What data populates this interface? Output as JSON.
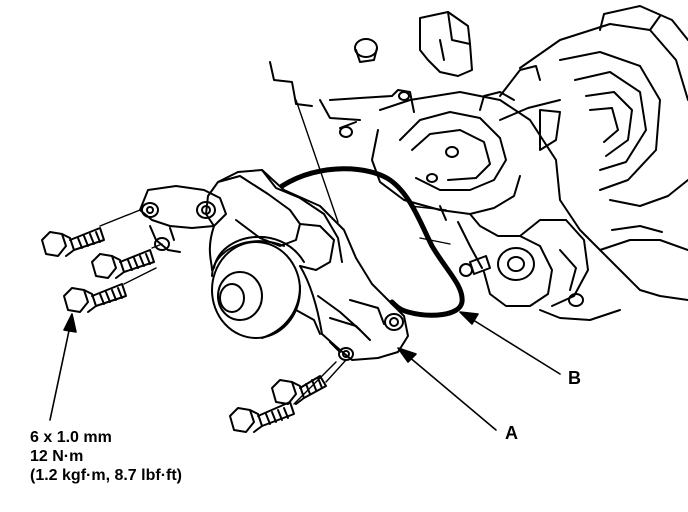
{
  "callouts": {
    "a": "A",
    "b": "B"
  },
  "bolt_spec": {
    "size": "6 x 1.0 mm",
    "torque_nm": "12 N·m",
    "torque_alt": "(1.2 kgf·m, 8.7 lbf·ft)"
  },
  "parts": [
    "water-pump",
    "o-ring",
    "bolt",
    "dowel-pin",
    "engine-block"
  ],
  "colors": {
    "ink": "#000000",
    "paper": "#ffffff"
  }
}
